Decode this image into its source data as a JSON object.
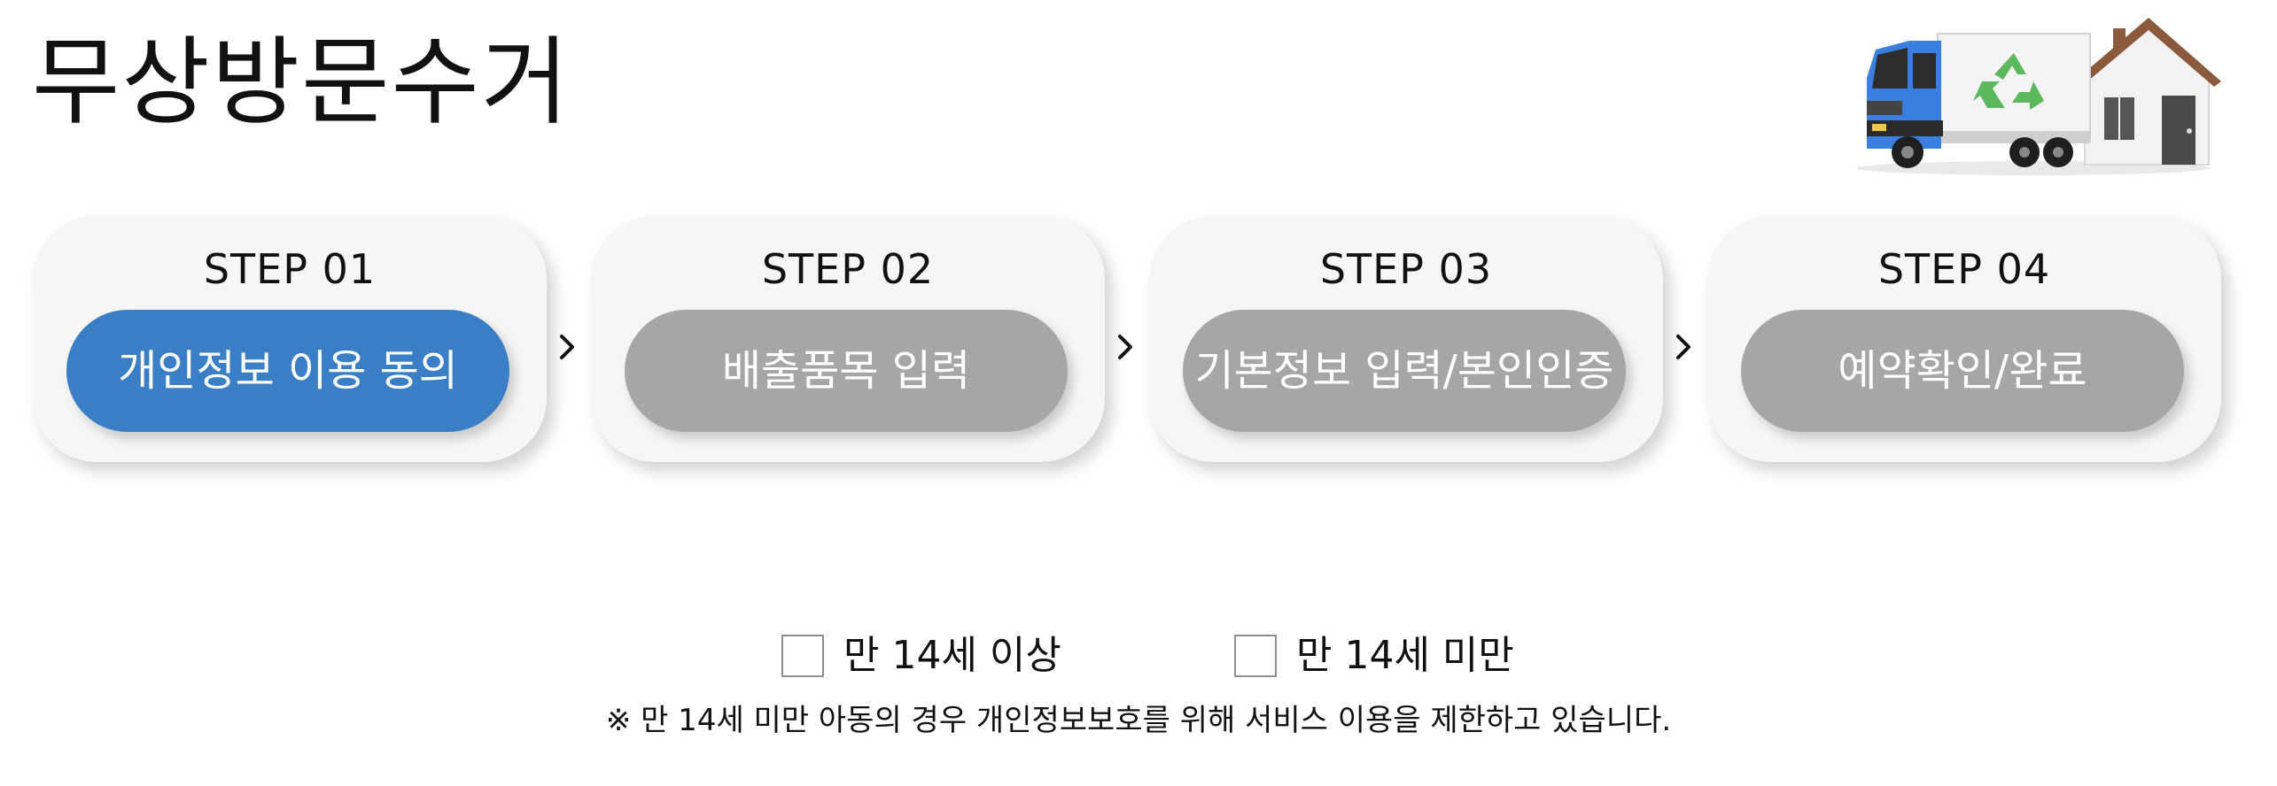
{
  "page": {
    "title": "무상방문수거"
  },
  "illustration": {
    "name": "truck-and-house",
    "icons": [
      "truck-icon",
      "recycle-icon",
      "house-icon"
    ],
    "colors": {
      "truck_cab": "#3a7fe0",
      "recycle": "#5cb85c",
      "roof": "#8b5a3c"
    }
  },
  "steps": [
    {
      "label": "STEP 01",
      "action": "개인정보 이용 동의",
      "active": true
    },
    {
      "label": "STEP 02",
      "action": "배출품목 입력",
      "active": false
    },
    {
      "label": "STEP 03",
      "action": "기본정보 입력/본인인증",
      "active": false
    },
    {
      "label": "STEP 04",
      "action": "예약확인/완료",
      "active": false
    }
  ],
  "age_options": [
    {
      "label": "만 14세 이상",
      "checked": false
    },
    {
      "label": "만 14세 미만",
      "checked": false
    }
  ],
  "notice": "※ 만 14세 미만 아동의 경우 개인정보보호를 위해 서비스 이용을 제한하고 있습니다.",
  "colors": {
    "active_step": "#3a7fc5",
    "inactive_step": "#a6a6a6",
    "card_background": "#f6f6f6"
  }
}
